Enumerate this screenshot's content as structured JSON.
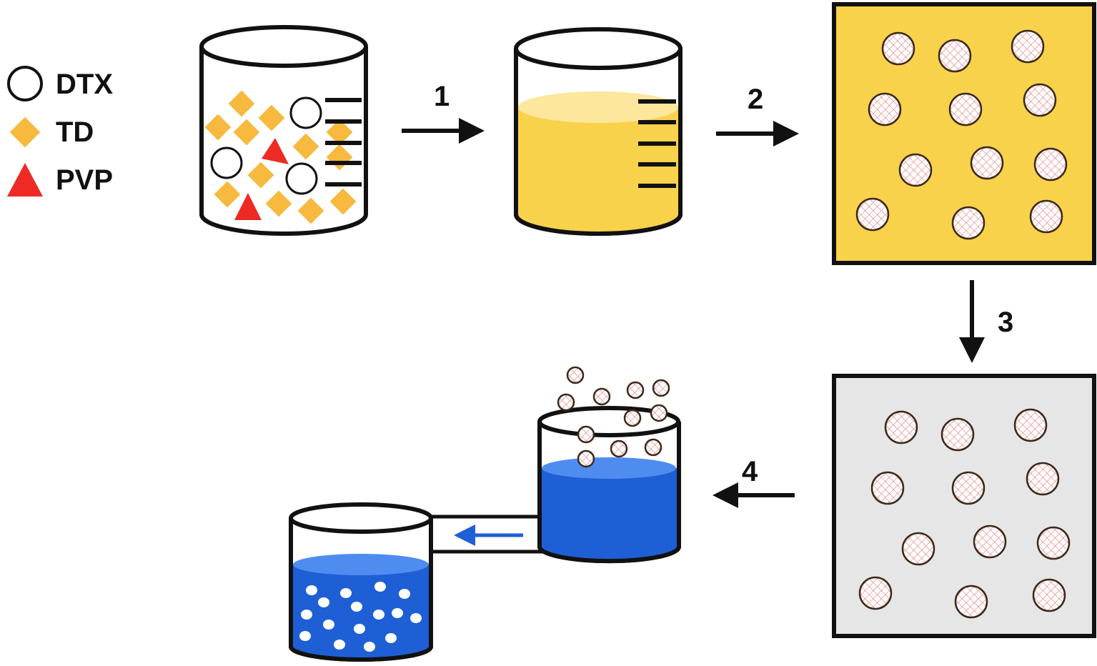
{
  "legend": {
    "items": [
      {
        "label": "DTX",
        "shape": "circle"
      },
      {
        "label": "TD",
        "shape": "diamond"
      },
      {
        "label": "PVP",
        "shape": "triangle"
      }
    ]
  },
  "steps": [
    {
      "label": "1"
    },
    {
      "label": "2"
    },
    {
      "label": "3"
    },
    {
      "label": "4"
    }
  ],
  "colors": {
    "td": "#F7B93E",
    "pvp": "#EE2A24",
    "solution": "#F9D24B",
    "solution_top": "#FCE79C",
    "film_dry": "#E6E6E6",
    "water": "#1E5FD6",
    "water_top": "#4F8CF0",
    "hatch": "#E88A8A"
  }
}
